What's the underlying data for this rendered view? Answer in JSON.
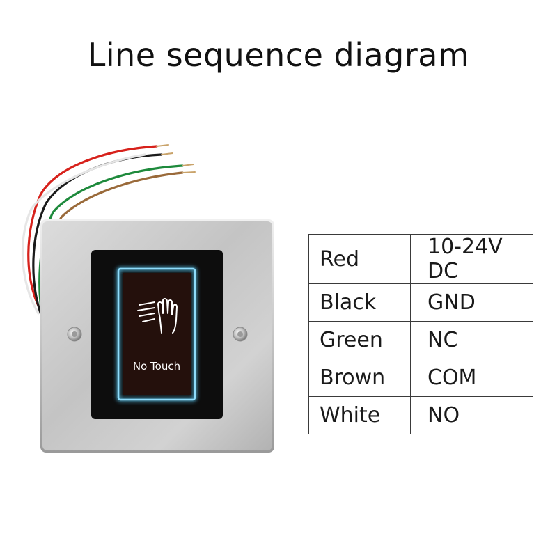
{
  "title": "Line sequence diagram",
  "device": {
    "label": "No Touch",
    "icon": "hand-wave-icon",
    "glow_color": "#58c8f2",
    "wire_colors": [
      "#d7211b",
      "#1b1b1b",
      "#1e8a3c",
      "#9a6a3a",
      "#eeeeee"
    ]
  },
  "wiring": {
    "rows": [
      {
        "color": "Red",
        "function": "10-24V DC"
      },
      {
        "color": "Black",
        "function": "GND"
      },
      {
        "color": "Green",
        "function": "NC"
      },
      {
        "color": "Brown",
        "function": "COM"
      },
      {
        "color": "White",
        "function": "NO"
      }
    ]
  }
}
